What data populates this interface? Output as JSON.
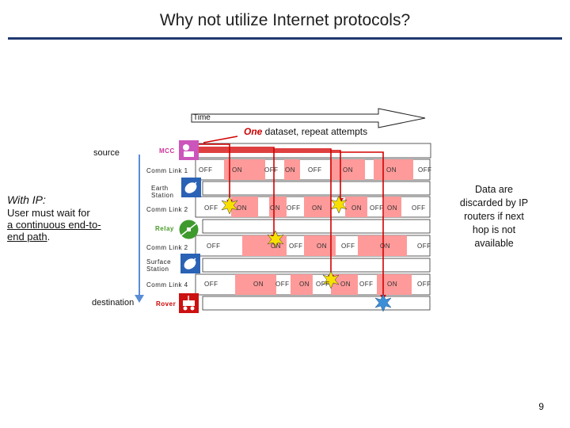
{
  "title": "Why not utilize Internet protocols?",
  "time_label": "Time",
  "caption": {
    "emph": "One",
    "rest": " dataset, repeat attempts"
  },
  "source_label": "source",
  "destination_label": "destination",
  "left_note": {
    "heading": "With IP:",
    "line1": "User must wait for",
    "line2": "a continuous end-to-",
    "line3_a": "end path",
    "line3_b": "."
  },
  "right_note": {
    "l1": "Data are",
    "l2": "discarded by IP",
    "l3": "routers if next",
    "l4": "hop is not",
    "l5": "available"
  },
  "nodes": {
    "mcc": "MCC",
    "earth_station": [
      "Earth",
      "Station"
    ],
    "relay": "Relay",
    "surface_station": [
      "Surface",
      "Station"
    ],
    "rover": "Rover"
  },
  "links": {
    "link1": "Comm Link 1",
    "link2": "Comm Link 2",
    "link3": "Comm Link 2",
    "link4": "Comm Link 4"
  },
  "states": {
    "row1": [
      "OFF",
      "ON",
      "OFF",
      "ON",
      "OFF",
      "ON",
      "ON",
      "OFF"
    ],
    "row2": [
      "OFF",
      "ON",
      "ON",
      "OFF",
      "ON",
      "ON",
      "OFF",
      "ON",
      "OFF"
    ],
    "row3": [
      "OFF",
      "ON",
      "OFF",
      "ON",
      "OFF",
      "ON",
      "OFF"
    ],
    "row4": [
      "OFF",
      "ON",
      "OFF",
      "ON",
      "OFF",
      "ON",
      "OFF",
      "ON",
      "OFF"
    ]
  },
  "colors": {
    "on_band": "#ff9a9a",
    "timeline_red": "#d40000",
    "title_rule": "#1f3a70",
    "star_yellow": "#f7e000",
    "star_blue": "#3b8fd6",
    "mcc_purple": "#cc3399",
    "rover_red": "#cc0000"
  },
  "icons": [
    "satellite-dish-icon",
    "relay-satellite-icon",
    "rover-icon",
    "mcc-icon"
  ],
  "page_number": "9"
}
